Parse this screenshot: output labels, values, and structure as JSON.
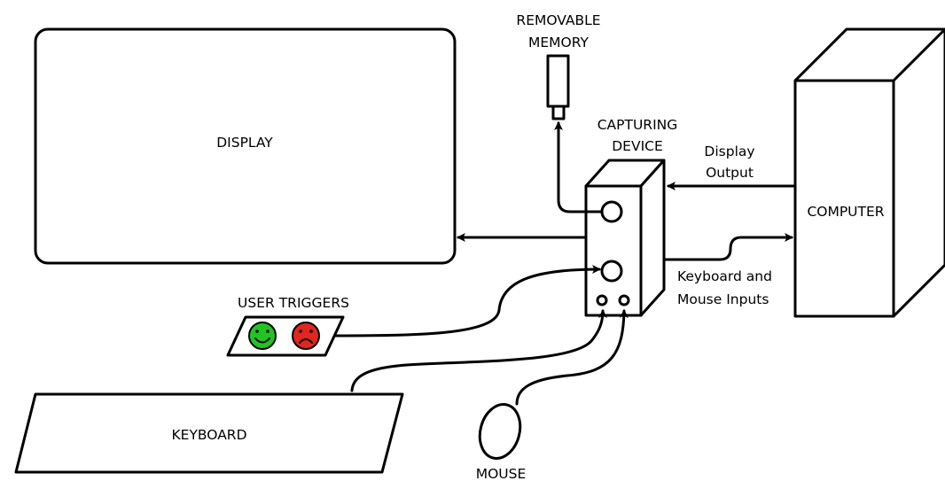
{
  "labels": {
    "display": "DISPLAY",
    "removable_memory_line1": "REMOVABLE",
    "removable_memory_line2": "MEMORY",
    "capturing_device_line1": "CAPTURING",
    "capturing_device_line2": "DEVICE",
    "display_output_line1": "Display",
    "display_output_line2": "Output",
    "computer": "COMPUTER",
    "keyboard_mouse_inputs_line1": "Keyboard and",
    "keyboard_mouse_inputs_line2": "Mouse Inputs",
    "user_triggers": "USER TRIGGERS",
    "keyboard": "KEYBOARD",
    "mouse": "MOUSE"
  },
  "colors": {
    "happy_face": "#22c422",
    "sad_face": "#e0261e",
    "line": "#000000",
    "background": "#ffffff"
  },
  "icons": {
    "happy": "smiley-face-icon",
    "sad": "sad-face-icon"
  }
}
